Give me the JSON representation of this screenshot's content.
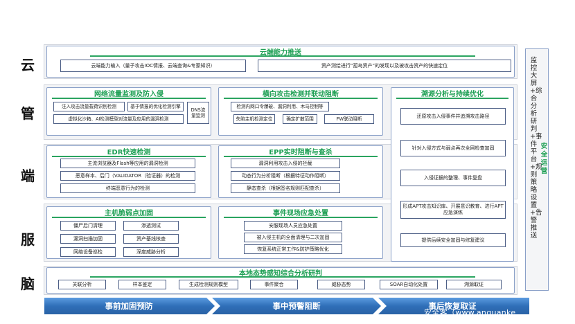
{
  "row_labels": [
    "云",
    "管",
    "端",
    "服",
    "脑"
  ],
  "cloud": {
    "title": "云端能力推送",
    "box1": "云端能力输入（量子攻击IOC情报、云端查询&专家知识）",
    "box2": "资产测绘进行“孤岛资产”的发现以及被攻击资产的快速定位"
  },
  "pipe": {
    "net": {
      "title": "网络流量监测及防入侵",
      "b1": "注入攻击流量载荷识别检测",
      "b2": "基于情报的优化检测引擎",
      "b3": "虚拟化沙箱、AI检测模型对流量及应用的漏洞检测",
      "b4": "DNS流量监测"
    },
    "lateral": {
      "title": "横向攻击检测并联动阻断",
      "b1": "检测内网口令爆破、漏洞利用、木马控制等",
      "b2": "失陷主机检测定位",
      "b3": "确定扩散范围",
      "b4": "FW联动阻断"
    }
  },
  "trace": {
    "title": "溯源分析与持续优化",
    "items": [
      "还原攻击入侵事件并追溯攻击路径",
      "针对入侵方式与弱点再次全网检查加固",
      "入侵证据的整理、事件复盘",
      "形成APT攻击知识库、开展意识教育、进行APT应急演练",
      "提供后续安全加固与修复建议"
    ]
  },
  "endpoint": {
    "edr": {
      "title": "EDR快速检测",
      "items": [
        "主流浏览器及Flash等应用的漏洞检测",
        "恶意样本、后门（VALIDATOR（验证器）的检测",
        "终端恶意行为的检测"
      ]
    },
    "epp": {
      "title": "EPP实时阻断与查杀",
      "items": [
        "漏洞利用攻击入侵的拦截",
        "动态行为分析阻断（根据特征动作阻断）",
        "静态查杀（根据签名规则匹配查杀）"
      ]
    }
  },
  "service": {
    "host": {
      "title": "主机脆弱点加固",
      "items": [
        "僵尸后门清理",
        "渗透测试",
        "漏洞扫描加固",
        "资产基线核查",
        "网络设备巡检",
        "深度威胁分析"
      ]
    },
    "incident": {
      "title": "事件现场应急处置",
      "items": [
        "安服现场人员应急处置",
        "被入侵主机的全面清理与二次加固",
        "恢复系统正常工作&防护策略优化"
      ]
    }
  },
  "brain": {
    "title": "本地态势感知综合分析研判",
    "items": [
      "关联分析",
      "样本鉴定",
      "生成检测规则模型",
      "事件聚合",
      "威胁态势",
      "SOAR自动化处置",
      "溯源取证"
    ]
  },
  "side": {
    "text1": "监控大屏+综合分析研判+事件平台+规则策略设置+告警推送",
    "text2": "安全运营"
  },
  "arrows": [
    "事前加固预防",
    "事中预警阻断",
    "事后恢复取证"
  ],
  "watermark": "安全客（www.anquanke",
  "colors": {
    "accent_green": "#1fa055",
    "arrow_blue": "#2f6fb8"
  }
}
